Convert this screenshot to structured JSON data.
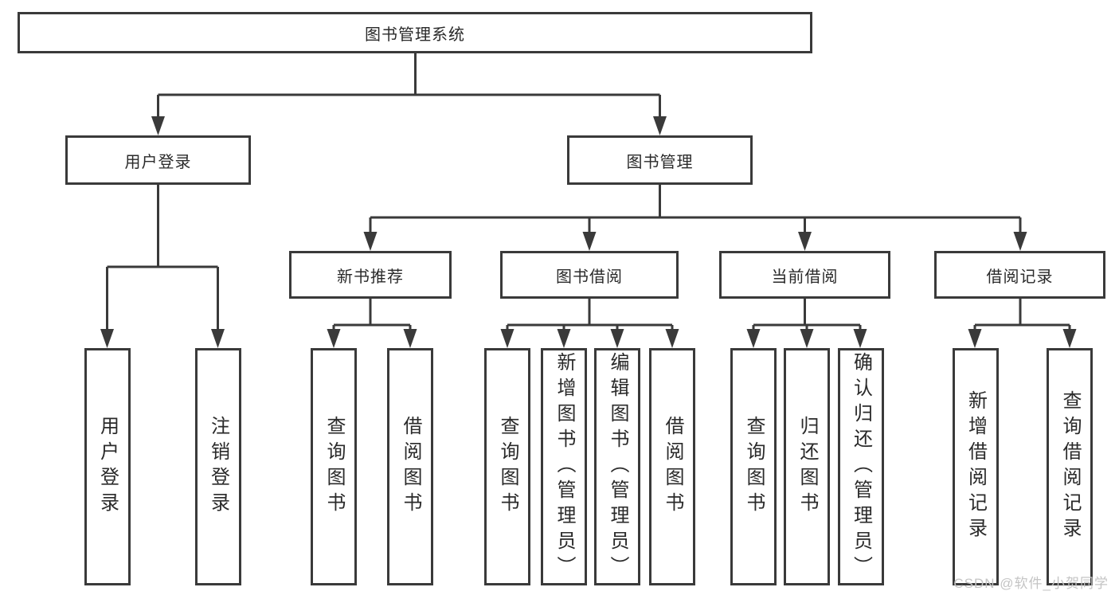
{
  "tree": {
    "label": "图书管理系统",
    "children": [
      {
        "label": "用户登录",
        "children": [
          {
            "label": "用户登录"
          },
          {
            "label": "注销登录"
          }
        ]
      },
      {
        "label": "图书管理",
        "children": [
          {
            "label": "新书推荐",
            "children": [
              {
                "label": "查询图书"
              },
              {
                "label": "借阅图书"
              }
            ]
          },
          {
            "label": "图书借阅",
            "children": [
              {
                "label": "查询图书"
              },
              {
                "label": "新增图书（管理员）"
              },
              {
                "label": "编辑图书（管理员）"
              },
              {
                "label": "借阅图书"
              }
            ]
          },
          {
            "label": "当前借阅",
            "children": [
              {
                "label": "查询图书"
              },
              {
                "label": "归还图书"
              },
              {
                "label": "确认归还（管理员）"
              }
            ]
          },
          {
            "label": "借阅记录",
            "children": [
              {
                "label": "新增借阅记录"
              },
              {
                "label": "查询借阅记录"
              }
            ]
          }
        ]
      }
    ]
  },
  "watermark": {
    "text": "CSDN @软件_小贺同学"
  },
  "colors": {
    "line": "#3a3a3a",
    "box_border": "#3a3a3a",
    "text": "#2a2a2a",
    "background": "#ffffff",
    "watermark": "#c4c4c4"
  }
}
